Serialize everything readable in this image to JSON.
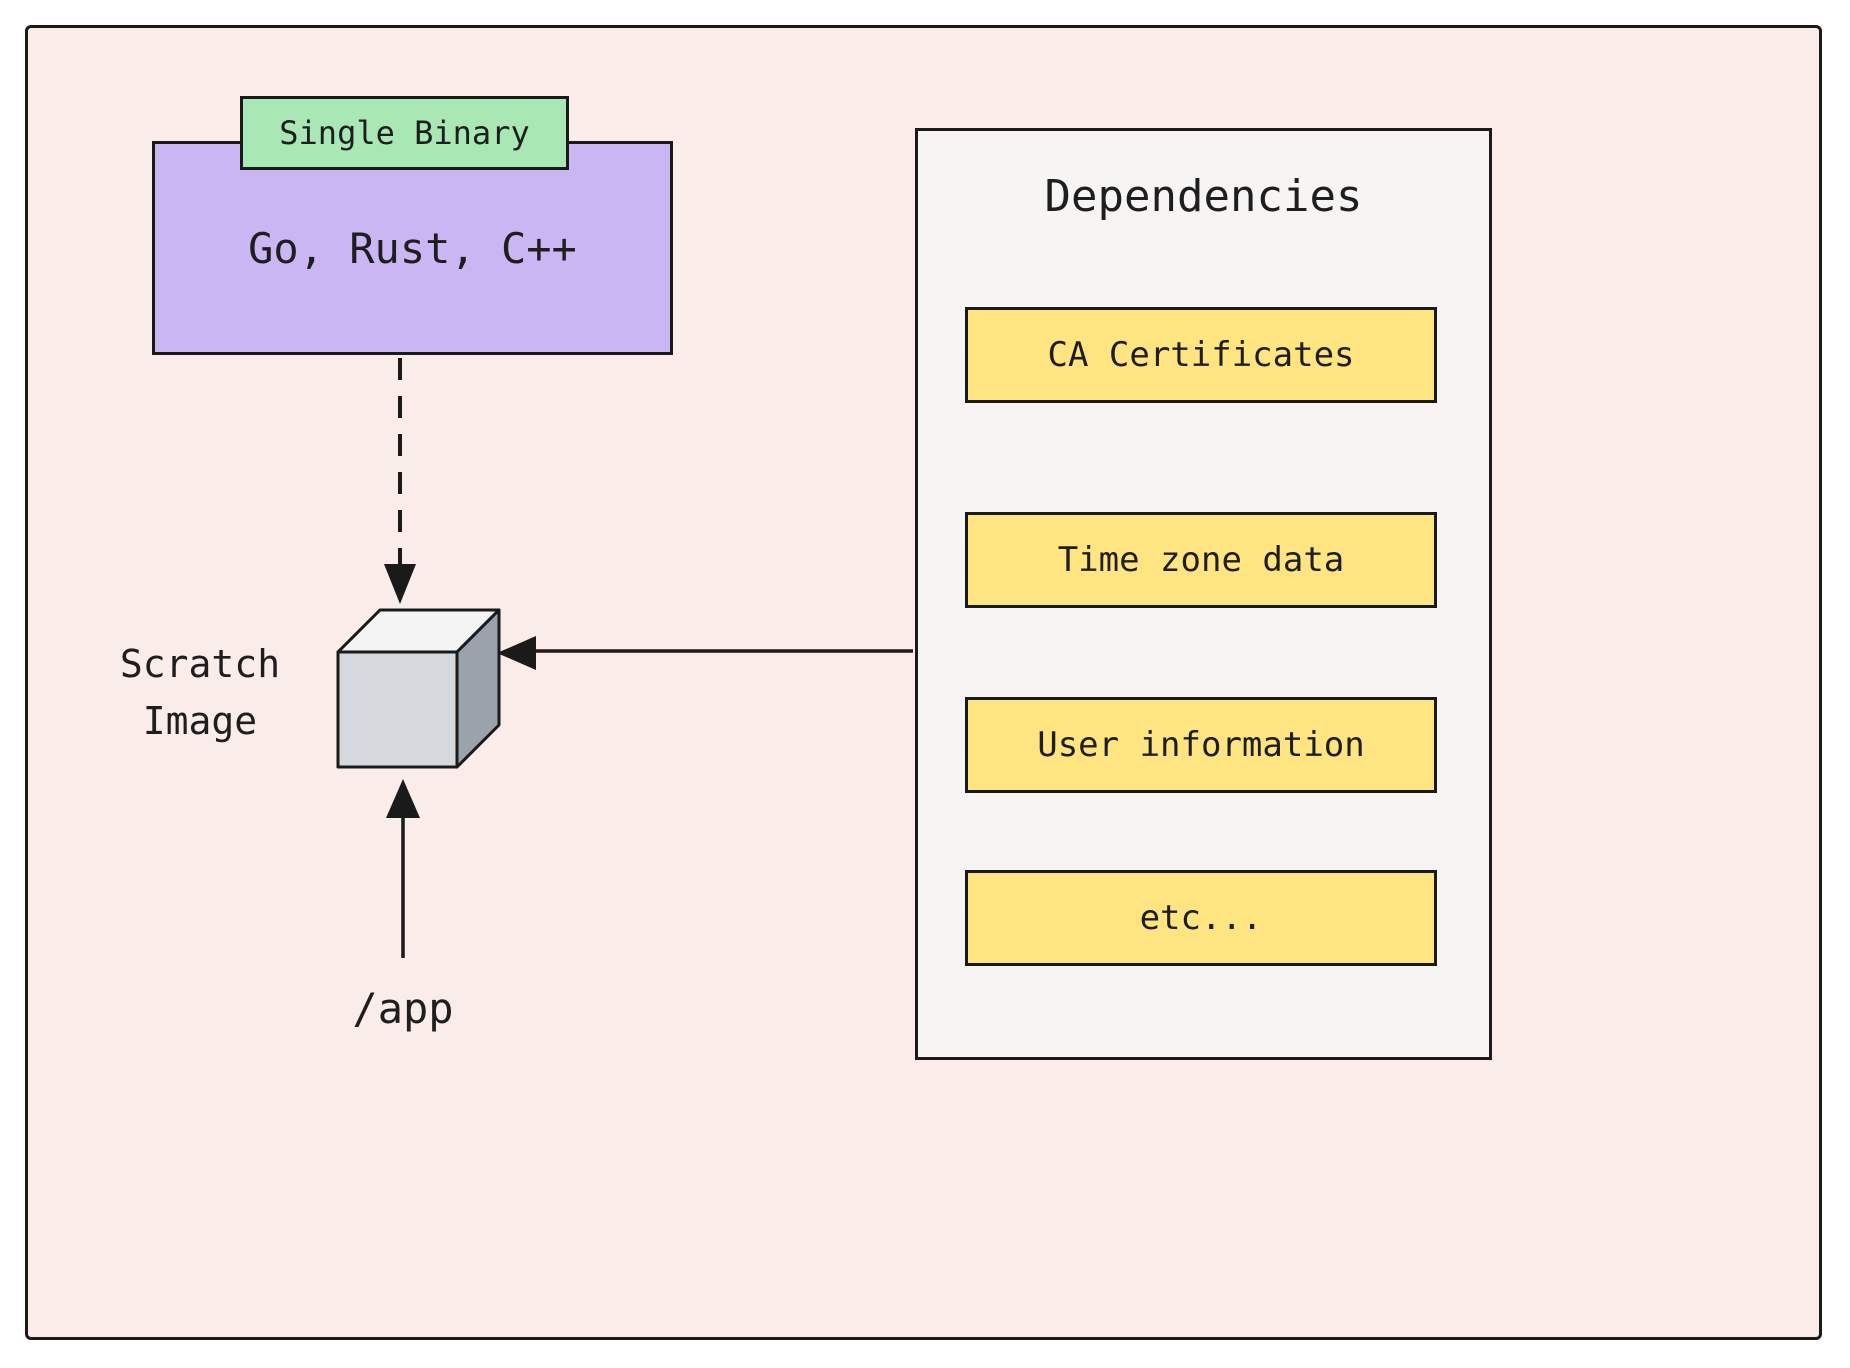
{
  "diagram": {
    "single_binary_badge": "Single Binary",
    "binary_box_label": "Go, Rust, C++",
    "scratch_image_label": "Scratch\nImage",
    "app_label": "/app"
  },
  "dependencies": {
    "title": "Dependencies",
    "items": [
      "CA Certificates",
      "Time zone data",
      "User information",
      "etc..."
    ]
  },
  "icons": {
    "cube": "scratch-image-cube-icon",
    "dashed_arrow": "dashed-arrow-down-icon",
    "solid_arrow_left": "arrow-left-icon",
    "solid_arrow_up": "arrow-up-icon"
  },
  "colors": {
    "canvas_background": "#f9ece9",
    "stroke": "#1a1a1a",
    "binary_box_fill": "#c9b6f3",
    "badge_fill": "#a9e8b4",
    "dependency_fill": "#ffe482",
    "panel_fill": "#f6f5f4",
    "cube_top_fill": "#f4f4f4",
    "cube_front_fill": "#d5d9dd",
    "cube_side_fill": "#9aa2ab"
  }
}
